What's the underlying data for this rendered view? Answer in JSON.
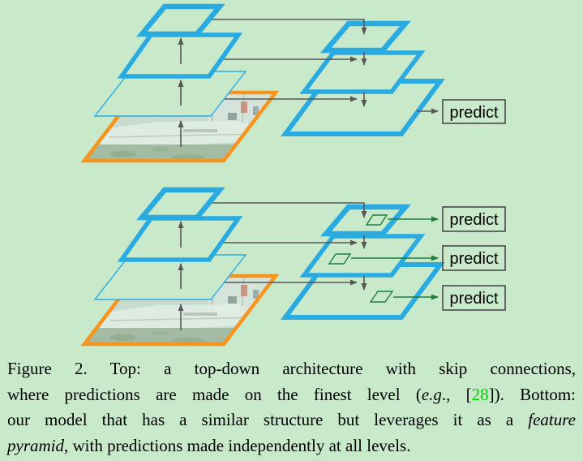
{
  "figure": {
    "labels": {
      "predict": "predict"
    },
    "colors": {
      "background": "#c8eacb",
      "blue": "#29abe2",
      "orange": "#f7941e",
      "gray": "#575757",
      "green": "#1f7d3c",
      "citation": "#00cc00",
      "box_border": "#4a4a4a",
      "text": "#000000"
    },
    "description": {
      "top_diagram": "top-down architecture with skip connections, single predict at finest level",
      "bottom_diagram": "feature pyramid with independent predictions at all levels"
    }
  },
  "caption": {
    "lines": [
      {
        "segments": [
          {
            "text": "Figure 2. Top:  a top-down architecture with skip connections,"
          }
        ]
      },
      {
        "segments": [
          {
            "text": "where predictions are made on the finest level ("
          },
          {
            "text": "e.g"
          },
          {
            "text": "., ["
          },
          {
            "text": "28"
          },
          {
            "text": "]). Bottom:"
          }
        ]
      },
      {
        "segments": [
          {
            "text": "our model that has a similar structure but leverages it as a "
          },
          {
            "text": "feature"
          }
        ]
      },
      {
        "segments": [
          {
            "text": "pyramid"
          },
          {
            "text": ", with predictions made independently at all levels."
          }
        ]
      }
    ]
  }
}
